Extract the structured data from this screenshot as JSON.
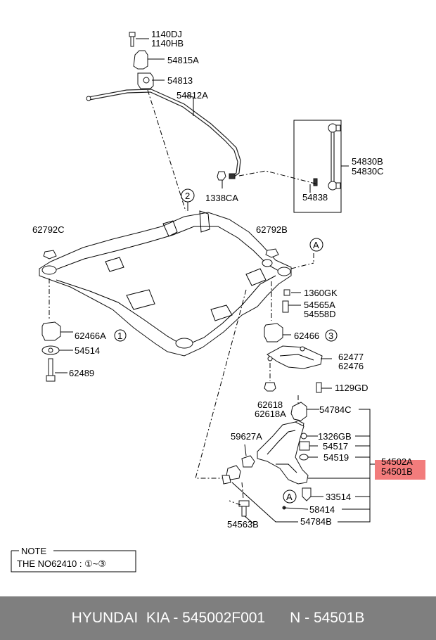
{
  "labels": {
    "p1140dj": "1140DJ",
    "p1140hb": "1140HB",
    "p54815a": "54815A",
    "p54813": "54813",
    "p54812a": "54812A",
    "p54830b": "54830B",
    "p54830c": "54830C",
    "p54838": "54838",
    "p1338ca": "1338CA",
    "c2": "2",
    "p62792c": "62792C",
    "p62792b": "62792B",
    "cA1": "A",
    "p1360gk": "1360GK",
    "p54565a": "54565A",
    "p54558d": "54558D",
    "p62466a": "62466A",
    "c1": "1",
    "p62466": "62466",
    "c3": "3",
    "p54514": "54514",
    "p62477": "62477",
    "p62476": "62476",
    "p62489": "62489",
    "p1129gd": "1129GD",
    "p62618": "62618",
    "p62618a": "62618A",
    "p54784c": "54784C",
    "p59627a": "59627A",
    "p1326gb": "1326GB",
    "p54517": "54517",
    "p54519": "54519",
    "p54502a": "54502A",
    "p54501b": "54501B",
    "cA2": "A",
    "p33514": "33514",
    "p58414": "58414",
    "p54563b": "54563B",
    "p54784b": "54784B"
  },
  "note": {
    "title": "NOTE",
    "body": "THE NO62410 : ①~③"
  },
  "highlight_color": "#f27c7c",
  "footer": {
    "text": "HYUNDAI  KIA - 545002F001      N - 54501B"
  }
}
